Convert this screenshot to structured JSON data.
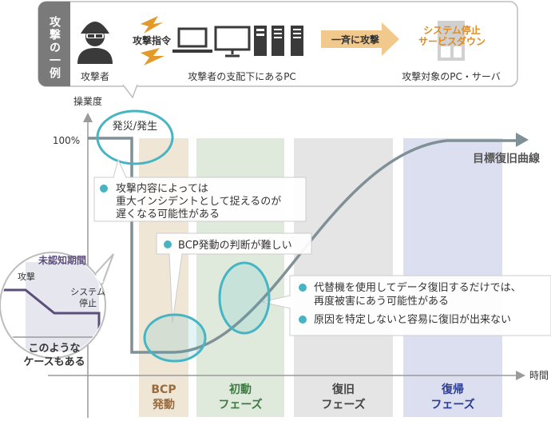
{
  "attack_example": {
    "side_label": "攻撃の一例",
    "attacker_label": "攻撃者",
    "command_label": "攻撃指令",
    "controlled_pcs_label": "攻撃者の支配下にあるPC",
    "simultaneous_label": "一斉に攻撃",
    "outage_line1": "システム停止",
    "outage_line2": "サービスダウン",
    "target_label": "攻撃対象のPC・サーバ"
  },
  "chart": {
    "y_axis_label": "操業度",
    "x_axis_label": "時間",
    "hundred_percent_label": "100%",
    "curve_label": "目標復旧曲線",
    "occurrence_label": "発災/発生",
    "colors": {
      "bcp": "#efe6d6",
      "initial": "#dfeadc",
      "recovery": "#e5e5e5",
      "return": "#dcdff0",
      "teal": "#45b5c4",
      "curve": "#7f9197",
      "purple": "#5c4d7a"
    }
  },
  "phases": [
    {
      "line1": "BCP",
      "line2": "発動",
      "color": "#9a6b3c"
    },
    {
      "line1": "初動",
      "line2": "フェーズ",
      "color": "#3e7a42"
    },
    {
      "line1": "復旧",
      "line2": "フェーズ",
      "color": "#444444"
    },
    {
      "line1": "復帰",
      "line2": "フェーズ",
      "color": "#2b3d92"
    }
  ],
  "callouts": {
    "c1": [
      "攻撃内容によっては",
      "重大インシデントとして捉えるのが",
      "遅くなる可能性がある"
    ],
    "c2": [
      "BCP発動の判断が難しい"
    ],
    "c3a": [
      "代替機を使用してデータ復旧するだけでは、",
      "再度被害にあう可能性がある"
    ],
    "c3b": [
      "原因を特定しないと容易に復旧が出来ない"
    ]
  },
  "unknown": {
    "title": "未認知期間",
    "attack_label": "攻撃",
    "stop_line1": "システム",
    "stop_line2": "停止",
    "case_line1": "このような",
    "case_line2": "ケースもある"
  }
}
